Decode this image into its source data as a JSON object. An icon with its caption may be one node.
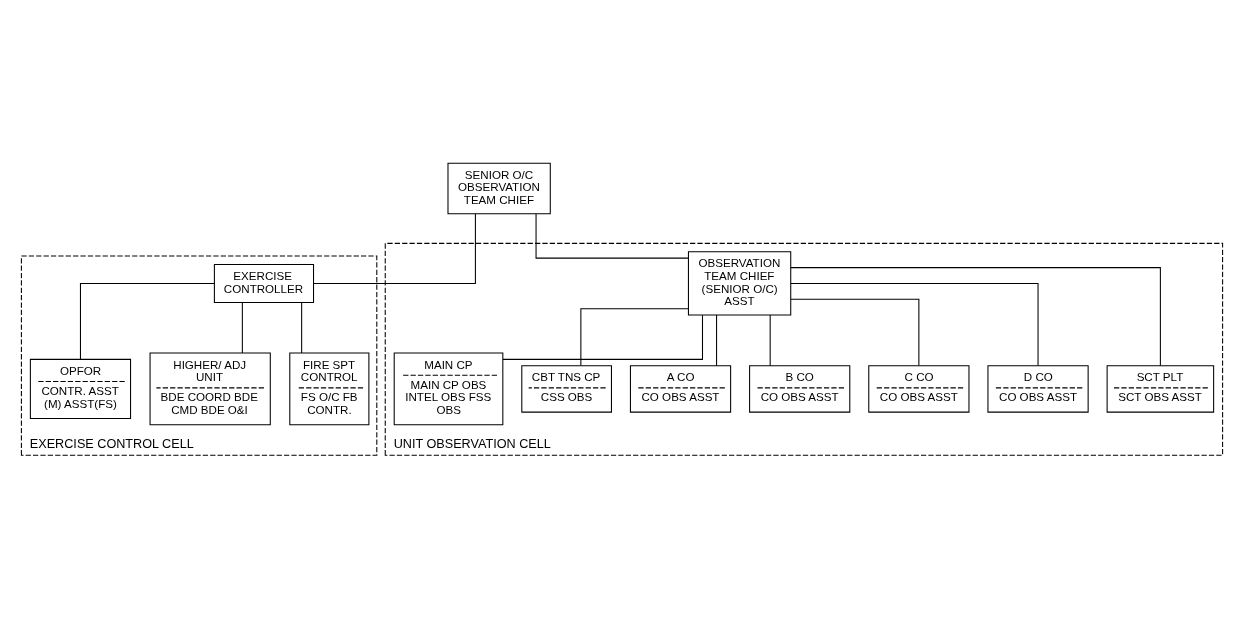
{
  "diagram": {
    "nodes": [
      {
        "text": [
          "SENIOR O/C OBSERVATION TEAM CHIEF"
        ]
      },
      {
        "text": [
          "EXERCISE CONTROL CELL"
        ]
      },
      {
        "text": [
          "EXERCISE CONTROLLER"
        ],
        "in": 1
      },
      {
        "text": [
          "OPFOR",
          "CONTR. ASST (M) ASST(FS)"
        ],
        "in": 1
      },
      {
        "text": [
          "HIGHER/ ADJ UNIT",
          "BDE COORD BDE CMD BDE O&I"
        ],
        "in": 1
      },
      {
        "text": [
          "FIRE SPT CONTROL",
          "FS O/C FB CONTR."
        ],
        "in": 1
      },
      {
        "text": [
          "UNIT OBSERVATION CELL"
        ]
      },
      {
        "text": [
          "OBSERVATION TEAM CHIEF (SENIOR O/C) ASST"
        ],
        "in": 6
      },
      {
        "text": [
          "MAIN CP",
          "MAIN CP OBS INTEL OBS FSS OBS"
        ],
        "in": 6
      },
      {
        "text": [
          "CBT TNS CP",
          "CSS OBS"
        ],
        "in": 6
      },
      {
        "text": [
          "A CO",
          "CO OBS ASST"
        ],
        "in": 6
      },
      {
        "text": [
          "B CO",
          "CO OBS ASST"
        ],
        "in": 6
      },
      {
        "text": [
          "C CO",
          "CO OBS ASST"
        ],
        "in": 6
      },
      {
        "text": [
          "D CO",
          "CO OBS ASST"
        ],
        "in": 6
      },
      {
        "text": [
          "SCT PLT",
          "SCT OBS ASST"
        ],
        "in": 6
      }
    ],
    "edges": [
      {
        "from": 0,
        "to": 2,
        "arrow": "none"
      },
      {
        "from": 0,
        "to": 7,
        "arrow": "none"
      },
      {
        "from": 2,
        "to": 3,
        "arrow": "none"
      },
      {
        "from": 2,
        "to": 4,
        "arrow": "none"
      },
      {
        "from": 2,
        "to": 5,
        "arrow": "none"
      },
      {
        "from": 7,
        "to": 8,
        "arrow": "none"
      },
      {
        "from": 7,
        "to": 9,
        "arrow": "none"
      },
      {
        "from": 7,
        "to": 10,
        "arrow": "none"
      },
      {
        "from": 7,
        "to": 11,
        "arrow": "none"
      },
      {
        "from": 7,
        "to": 12,
        "arrow": "none"
      },
      {
        "from": 7,
        "to": 13,
        "arrow": "none"
      },
      {
        "from": 7,
        "to": 14,
        "arrow": "none"
      }
    ]
  }
}
